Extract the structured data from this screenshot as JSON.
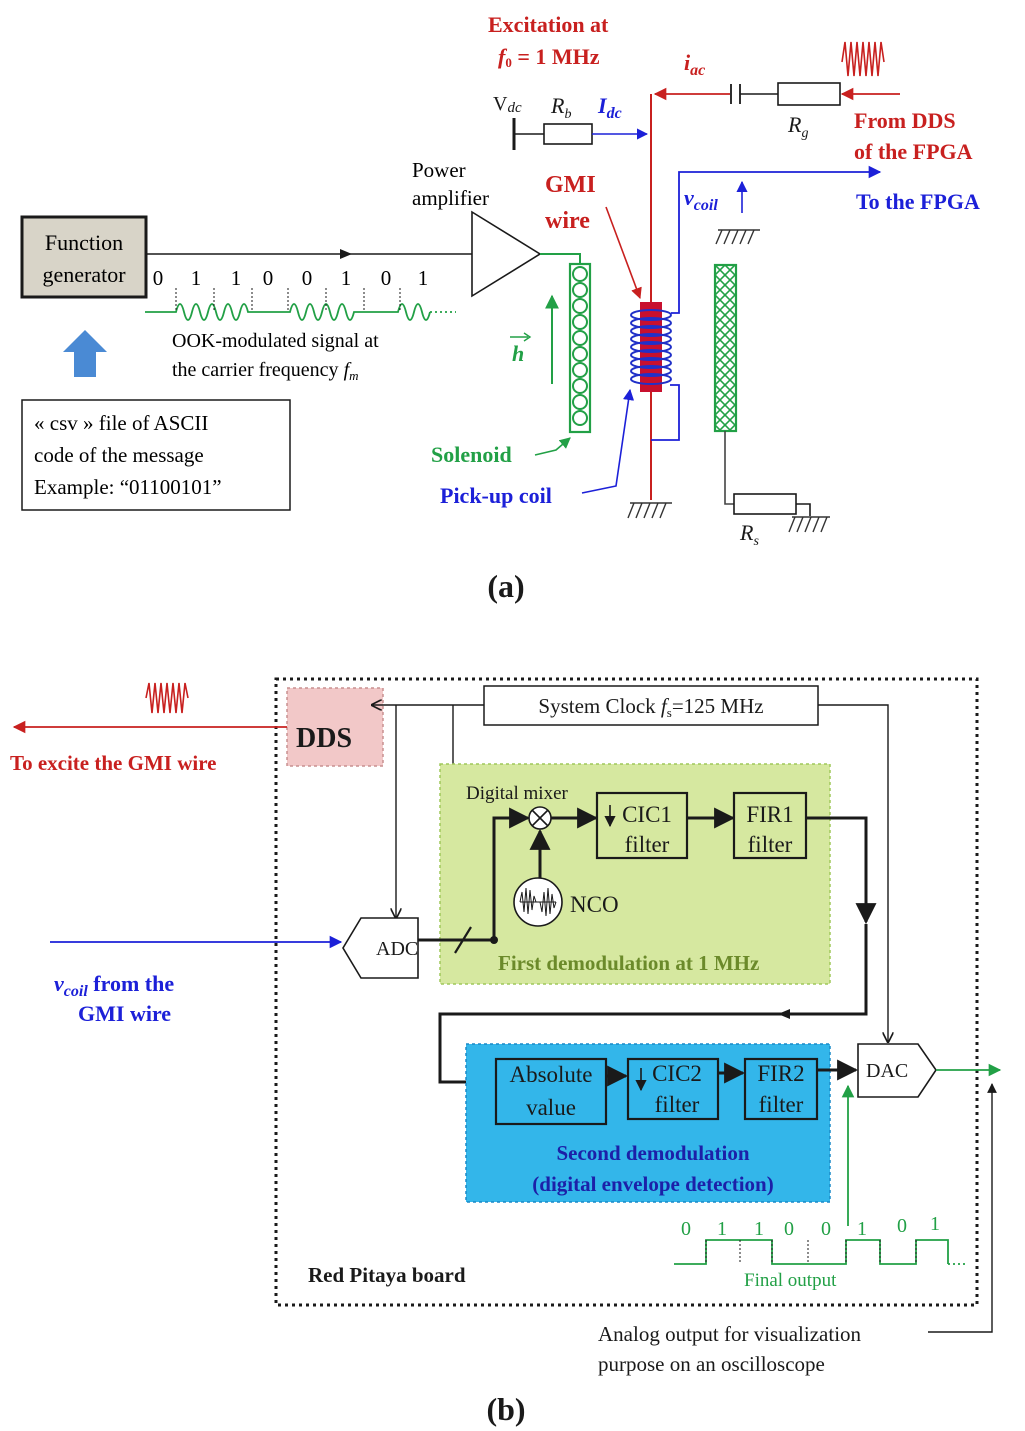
{
  "colors": {
    "red": "#c8201f",
    "blue": "#1c20d8",
    "green": "#22a046",
    "gmi_wire": "#c8102e",
    "pickup_coil": "#2030c8",
    "function_box_fill": "#d8d4c8",
    "dds_fill": "#f2c8c8",
    "first_demod_fill": "#d6e8a0",
    "second_demod_fill": "#33b6ea",
    "hatch": "#555555"
  },
  "panel_a": {
    "caption": "(a)",
    "function_generator": {
      "line1": "Function",
      "line2": "generator"
    },
    "bits_top": [
      "0",
      "1",
      "1",
      "0",
      "0",
      "1",
      "0",
      "1"
    ],
    "ook_label": {
      "line1": "OOK-modulated signal at",
      "line2": "the carrier frequency ",
      "fm": "f",
      "fm_sub": "m"
    },
    "csv_box": {
      "line1": "« csv » file of ASCII",
      "line2": "code of the message",
      "line3": "Example: “01100101”"
    },
    "power_amplifier": {
      "line1": "Power",
      "line2": "amplifier"
    },
    "h_label": "h",
    "solenoid": "Solenoid",
    "pickup_coil": "Pick-up coil",
    "gmi_wire": {
      "line1": "GMI",
      "line2": "wire"
    },
    "excitation": {
      "line1": "Excitation at",
      "f": "f",
      "f_sub": "0",
      "line2_rest": " = 1 MHz"
    },
    "vdc": {
      "main": "V",
      "sub": "dc"
    },
    "rb": {
      "main": "R",
      "sub": "b"
    },
    "idc": {
      "main": "I",
      "sub": "dc"
    },
    "iac": {
      "main": "i",
      "sub": "ac"
    },
    "rg": {
      "main": "R",
      "sub": "g"
    },
    "from_dds": {
      "line1": "From DDS",
      "line2": "of the FPGA"
    },
    "vcoil": {
      "main": "v",
      "sub": "coil"
    },
    "to_fpga": "To the FPGA",
    "rs": {
      "main": "R",
      "sub": "s"
    }
  },
  "panel_b": {
    "caption": "(b)",
    "to_excite": "To excite the GMI wire",
    "dds": "DDS",
    "system_clock": {
      "prefix": "System Clock ",
      "f": "f",
      "f_sub": "s",
      "rest": "=125 MHz"
    },
    "digital_mixer": "Digital mixer",
    "cic1": {
      "line1": "CIC1",
      "line2": "filter"
    },
    "fir1": {
      "line1": "FIR1",
      "line2": "filter"
    },
    "nco": "NCO",
    "adc": "ADC",
    "first_demod": "First demodulation at 1 MHz",
    "vcoil_from": {
      "v": "v",
      "sub": "coil",
      "rest": "  from the",
      "line2": "GMI wire"
    },
    "absolute_value": {
      "line1": "Absolute",
      "line2": "value"
    },
    "cic2": {
      "line1": "CIC2",
      "line2": "filter"
    },
    "fir2": {
      "line1": "FIR2",
      "line2": "filter"
    },
    "dac": "DAC",
    "second_demod": {
      "line1": "Second demodulation",
      "line2": "(digital envelope  detection)"
    },
    "bits_bottom": [
      "0",
      "1",
      "1",
      "0",
      "0",
      "1",
      "0",
      "1"
    ],
    "final_output": "Final output",
    "red_pitaya": "Red Pitaya board",
    "analog_output": {
      "line1": "Analog output for visualization",
      "line2": "purpose on an oscilloscope"
    }
  }
}
